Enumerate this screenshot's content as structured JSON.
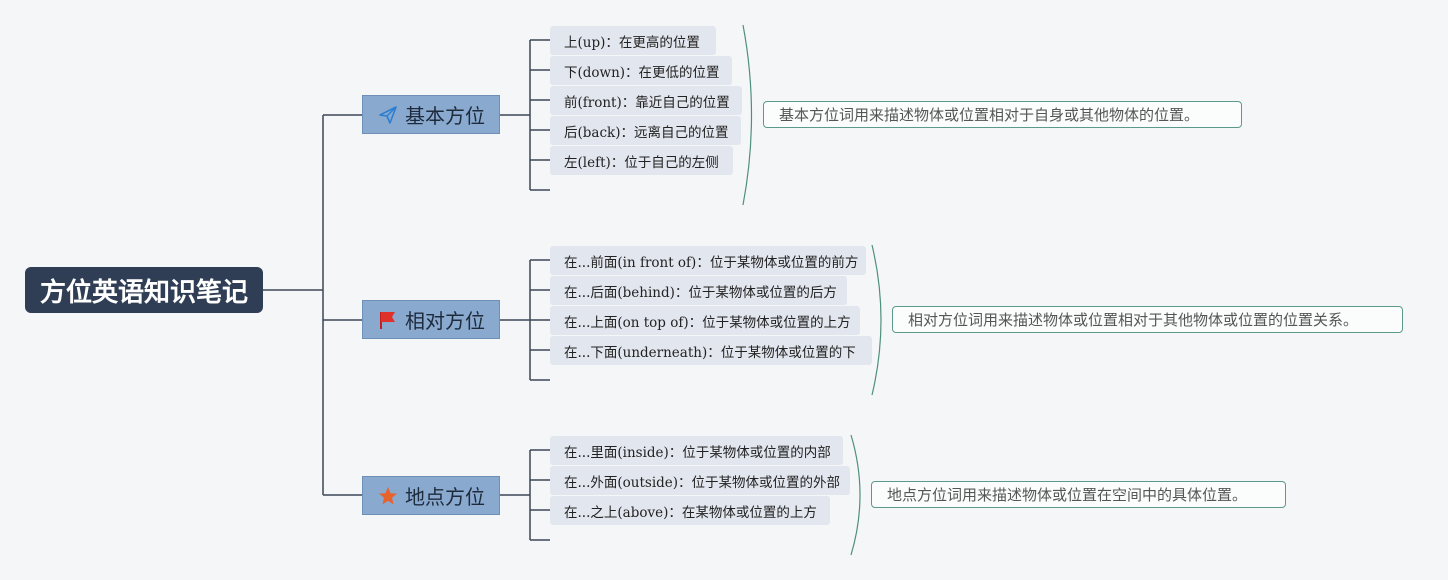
{
  "root": {
    "title": "方位英语知识笔记"
  },
  "branches": [
    {
      "title": "基本方位",
      "icon": "paper-plane-icon",
      "items": [
        "上(up)：在更高的位置",
        "下(down)：在更低的位置",
        "前(front)：靠近自己的位置",
        "后(back)：远离自己的位置",
        "左(left)：位于自己的左侧"
      ],
      "summary": "基本方位词用来描述物体或位置相对于自身或其他物体的位置。"
    },
    {
      "title": "相对方位",
      "icon": "red-flag-icon",
      "items": [
        "在...前面(in front of)：位于某物体或位置的前方",
        "在...后面(behind)：位于某物体或位置的后方",
        "在...上面(on top of)：位于某物体或位置的上方",
        "在...下面(underneath)：位于某物体或位置的下"
      ],
      "summary": "相对方位词用来描述物体或位置相对于其他物体或位置的位置关系。"
    },
    {
      "title": "地点方位",
      "icon": "orange-star-icon",
      "items": [
        "在...里面(inside)：位于某物体或位置的内部",
        "在...外面(outside)：位于某物体或位置的外部",
        "在...之上(above)：在某物体或位置的上方"
      ],
      "summary": "地点方位词用来描述物体或位置在空间中的具体位置。"
    }
  ],
  "colors": {
    "root_bg": "#2f3e55",
    "branch_bg": "#8aa9cf",
    "leaf_bg": "#e2e6ee",
    "connector": "#3b4756",
    "summary_border": "#5b9a8a"
  }
}
